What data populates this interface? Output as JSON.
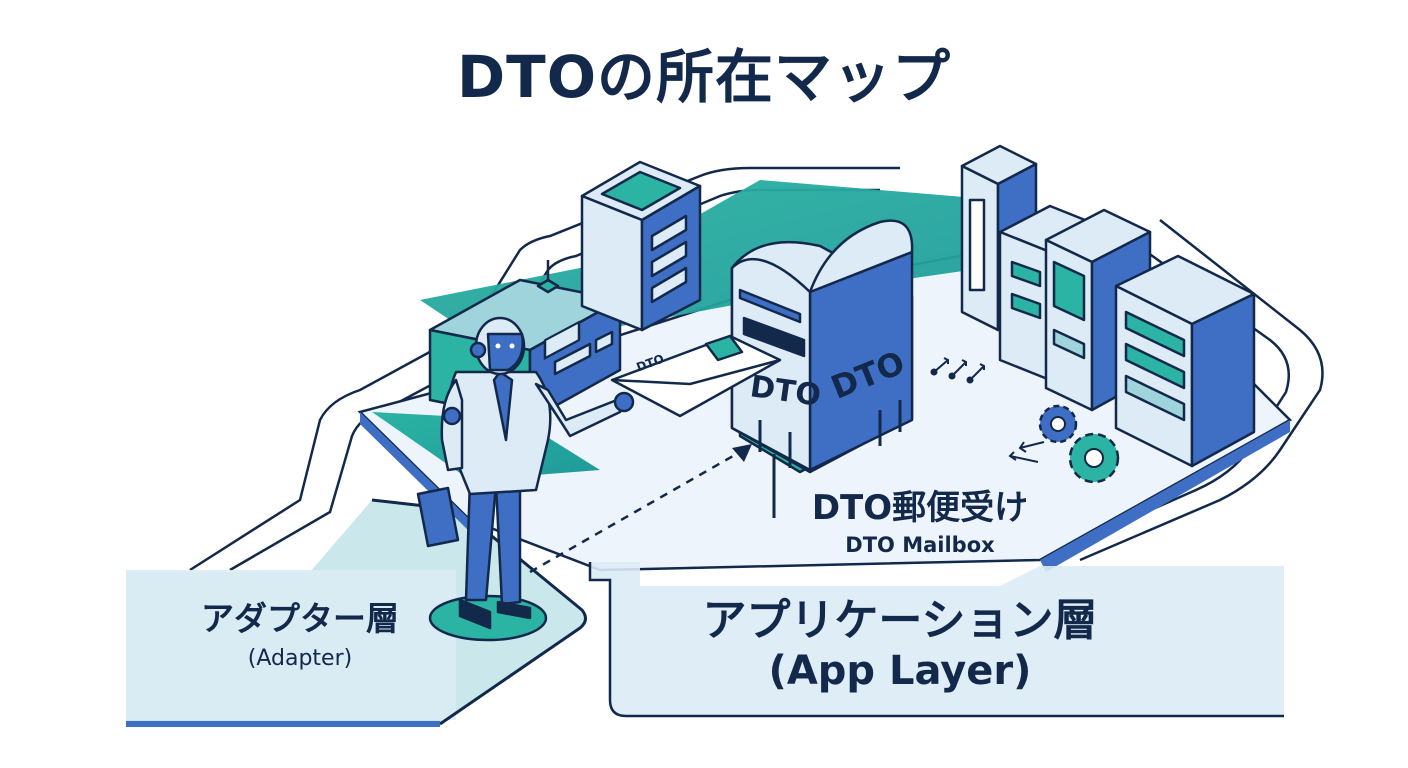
{
  "title": "DTOの所在マップ",
  "adapter": {
    "label_ja": "アダプター層",
    "label_en": "(Adapter)"
  },
  "mailbox": {
    "label_ja": "DTO郵便受け",
    "label_en": "DTO Mailbox",
    "mark": "DTO"
  },
  "app_layer": {
    "label_ja": "アプリケーション層",
    "label_en": "(App Layer)"
  },
  "envelope": {
    "mark": "DTO"
  },
  "colors": {
    "navy": "#13294b",
    "blue": "#3f6fc4",
    "teal": "#2bb3a3",
    "light_blue": "#dcebf5",
    "pale_teal": "#b8e3ea",
    "background": "#ffffff"
  },
  "icons": [
    "robot-figure",
    "envelope-icon",
    "mailbox",
    "gear-icon",
    "arrow-icon",
    "building"
  ]
}
